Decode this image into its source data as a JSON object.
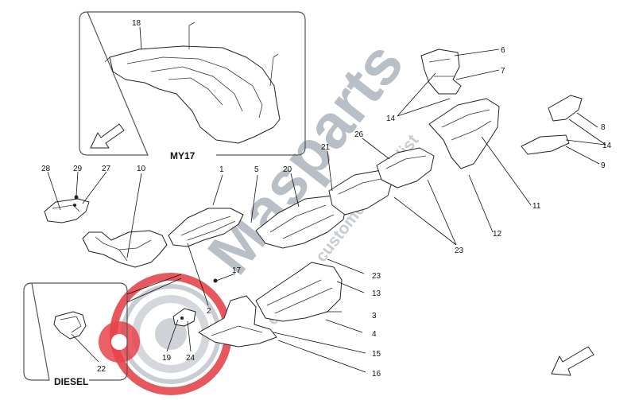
{
  "watermark": {
    "brand": "Masparts",
    "tagline": "exclusive customer specialist"
  },
  "boxes": {
    "my17_label": "MY17",
    "diesel_label": "DIESEL"
  },
  "callouts": {
    "c1": "1",
    "c2": "2",
    "c3": "3",
    "c4": "4",
    "c5": "5",
    "c6": "6",
    "c7": "7",
    "c8": "8",
    "c9": "9",
    "c10": "10",
    "c11": "11",
    "c12": "12",
    "c13": "13",
    "c14a": "14",
    "c14b": "14",
    "c15": "15",
    "c16": "16",
    "c17": "17",
    "c18": "18",
    "c19": "19",
    "c20": "20",
    "c21": "21",
    "c22": "22",
    "c23a": "23",
    "c23b": "23",
    "c24": "24",
    "c26": "26",
    "c27": "27",
    "c28": "28",
    "c29": "29"
  },
  "colors": {
    "line": "#222222",
    "watermark_grey": "#b9bfc6",
    "watermark_red": "#e23a42"
  }
}
